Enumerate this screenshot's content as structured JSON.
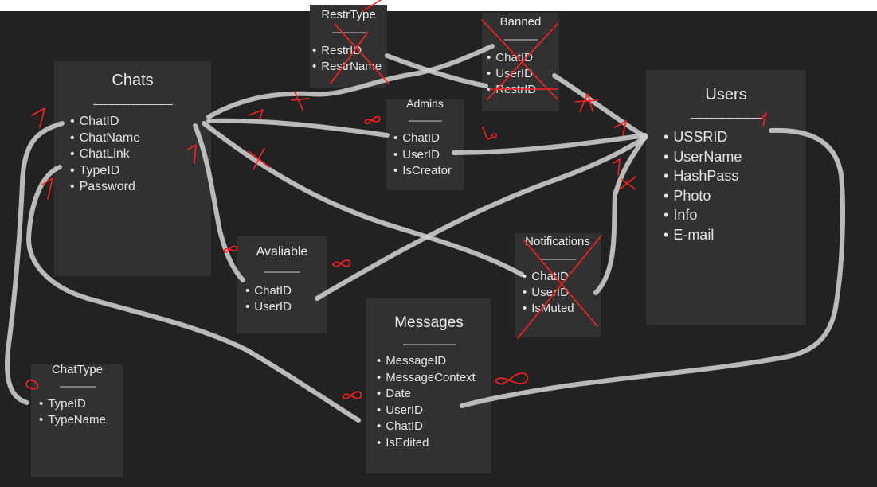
{
  "colors": {
    "background": "#222222",
    "box": "#313131",
    "text": "#e6e6e6",
    "connector": "#cfcfcf",
    "annotation": "#ff1f1f"
  },
  "entities": {
    "chats": {
      "title": "Chats",
      "separator": "------------------------------",
      "fields": [
        "ChatID",
        "ChatName",
        "ChatLink",
        "TypeID",
        "Password"
      ]
    },
    "restr_type": {
      "title": "RestrType",
      "separator": "--------------",
      "fields": [
        "RestrID",
        "RestrName"
      ]
    },
    "banned": {
      "title": "Banned",
      "separator": "--------------",
      "fields": [
        "ChatID",
        "UserID",
        "RestrID"
      ]
    },
    "admins": {
      "title": "Admins",
      "separator": "--------------",
      "fields": [
        "ChatID",
        "UserID",
        "IsCreator"
      ]
    },
    "users": {
      "title": "Users",
      "separator": "---------------------------",
      "fields": [
        "USSRID",
        "UserName",
        "HashPass",
        "Photo",
        "Info",
        "E-mail"
      ]
    },
    "avaliable": {
      "title": "Avaliable",
      "separator": "---------------",
      "fields": [
        "ChatID",
        "UserID"
      ]
    },
    "notifications": {
      "title": "Notifications",
      "separator": "---------------",
      "fields": [
        "ChatID",
        "UserID",
        "IsMuted"
      ]
    },
    "messages": {
      "title": "Messages",
      "separator": "----------------------",
      "fields": [
        "MessageID",
        "MessageContext",
        "Date",
        "UserID",
        "ChatID",
        "IsEdited"
      ]
    },
    "chat_type": {
      "title": "ChatType",
      "separator": "---------------",
      "fields": [
        "TypeID",
        "TypeName"
      ]
    }
  }
}
